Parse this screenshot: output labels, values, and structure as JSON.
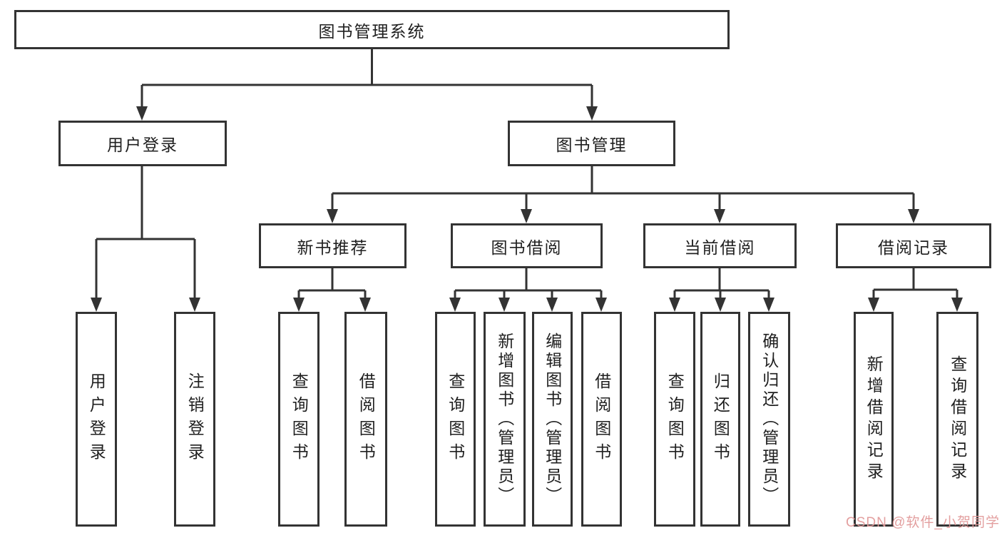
{
  "diagram": {
    "title": "图书管理系统",
    "user_branch": {
      "label": "用户登录",
      "children": [
        {
          "label": "用户登录"
        },
        {
          "label": "注销登录"
        }
      ]
    },
    "book_branch": {
      "label": "图书管理",
      "sections": [
        {
          "label": "新书推荐",
          "children": [
            {
              "label": "查询图书"
            },
            {
              "label": "借阅图书"
            }
          ]
        },
        {
          "label": "图书借阅",
          "children": [
            {
              "label": "查询图书"
            },
            {
              "label": "新增图书（管理员）"
            },
            {
              "label": "编辑图书（管理员）"
            },
            {
              "label": "借阅图书"
            }
          ]
        },
        {
          "label": "当前借阅",
          "children": [
            {
              "label": "查询图书"
            },
            {
              "label": "归还图书"
            },
            {
              "label": "确认归还（管理员）"
            }
          ]
        },
        {
          "label": "借阅记录",
          "children": [
            {
              "label": "新增借阅记录"
            },
            {
              "label": "查询借阅记录"
            }
          ]
        }
      ]
    }
  },
  "watermark": {
    "text": "CSDN @软件_小贺同学"
  },
  "colors": {
    "line": "#333333",
    "box_border": "#333333",
    "text": "#1f1f1f",
    "background": "#ffffff",
    "watermark": "#e29a9a"
  }
}
